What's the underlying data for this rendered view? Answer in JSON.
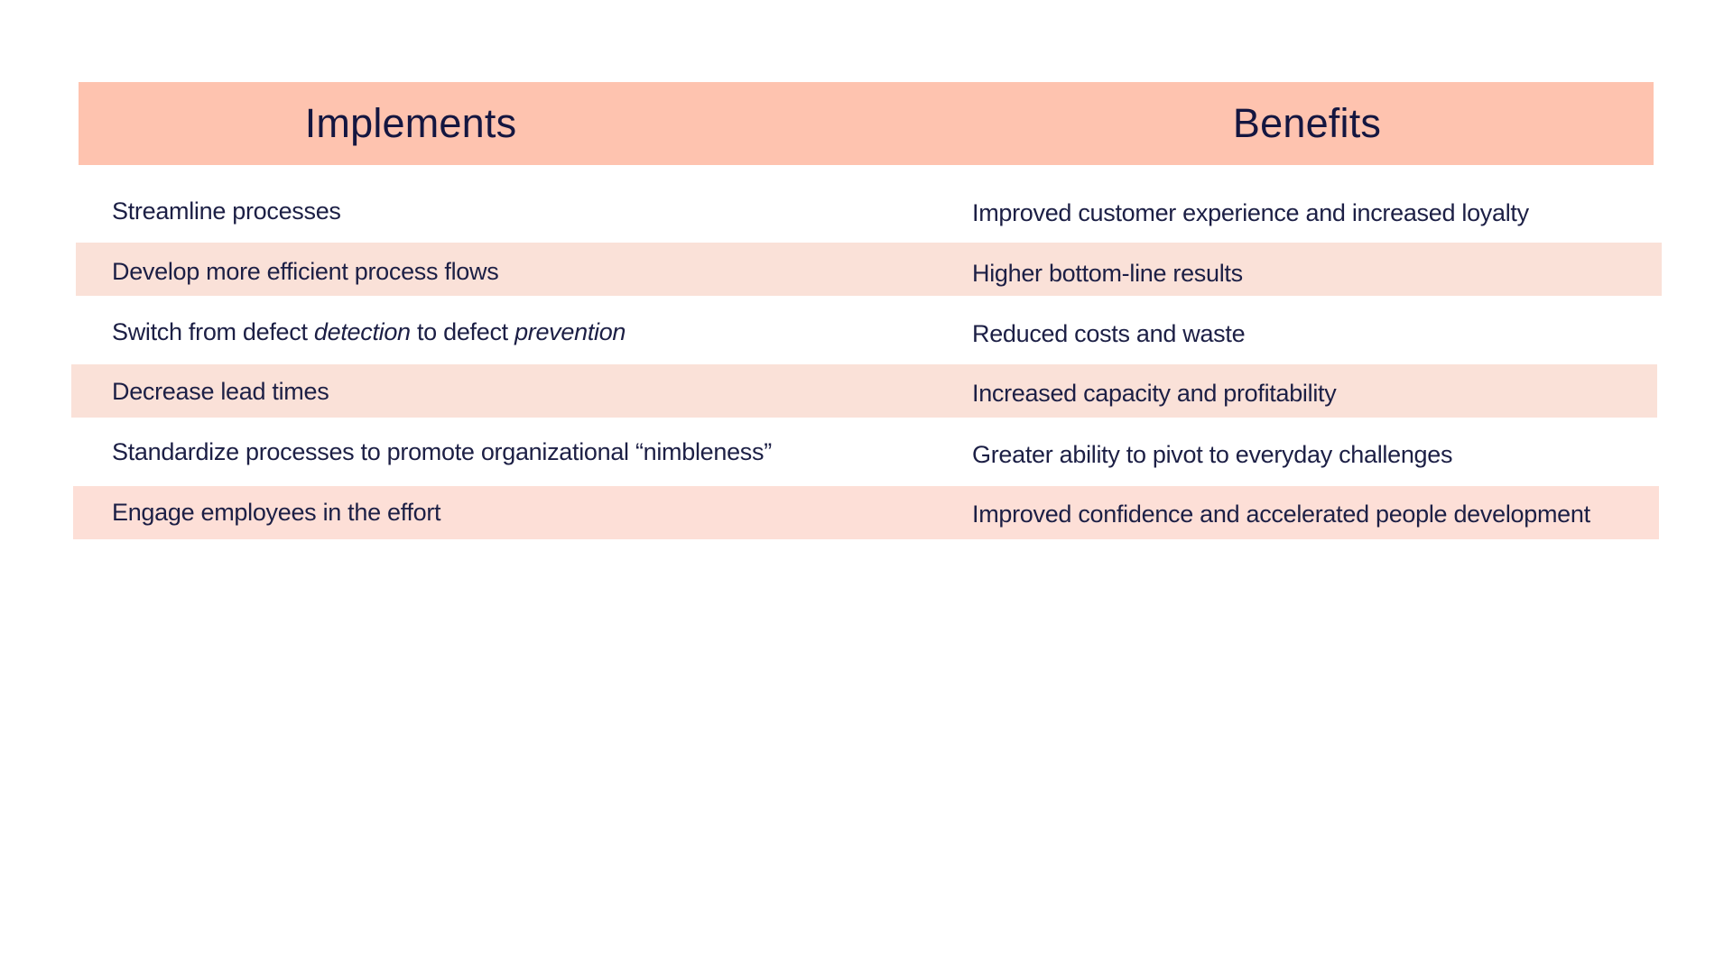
{
  "table": {
    "headers": {
      "implements": "Implements",
      "benefits": "Benefits"
    },
    "colors": {
      "header_bg": "#FEC3AF",
      "band_bg": "#FAE1D8",
      "band_bg_alt": "#FDDFD7",
      "text": "#1C1F45"
    },
    "rows": [
      {
        "implement": "Streamline processes",
        "benefit": "Improved customer experience and increased loyalty"
      },
      {
        "implement": "Develop more efficient process flows",
        "benefit": "Higher bottom-line results"
      },
      {
        "implement_parts": [
          "Switch from defect ",
          "detection",
          " to defect ",
          "prevention"
        ],
        "implement": "Switch from defect detection to defect prevention",
        "benefit": "Reduced costs and waste"
      },
      {
        "implement": "Decrease lead times",
        "benefit": "Increased capacity and profitability"
      },
      {
        "implement": "Standardize processes to promote organizational “nimbleness”",
        "benefit": "Greater ability to pivot to everyday challenges"
      },
      {
        "implement": "Engage employees in the effort",
        "benefit": "Improved confidence and accelerated people development"
      }
    ]
  }
}
